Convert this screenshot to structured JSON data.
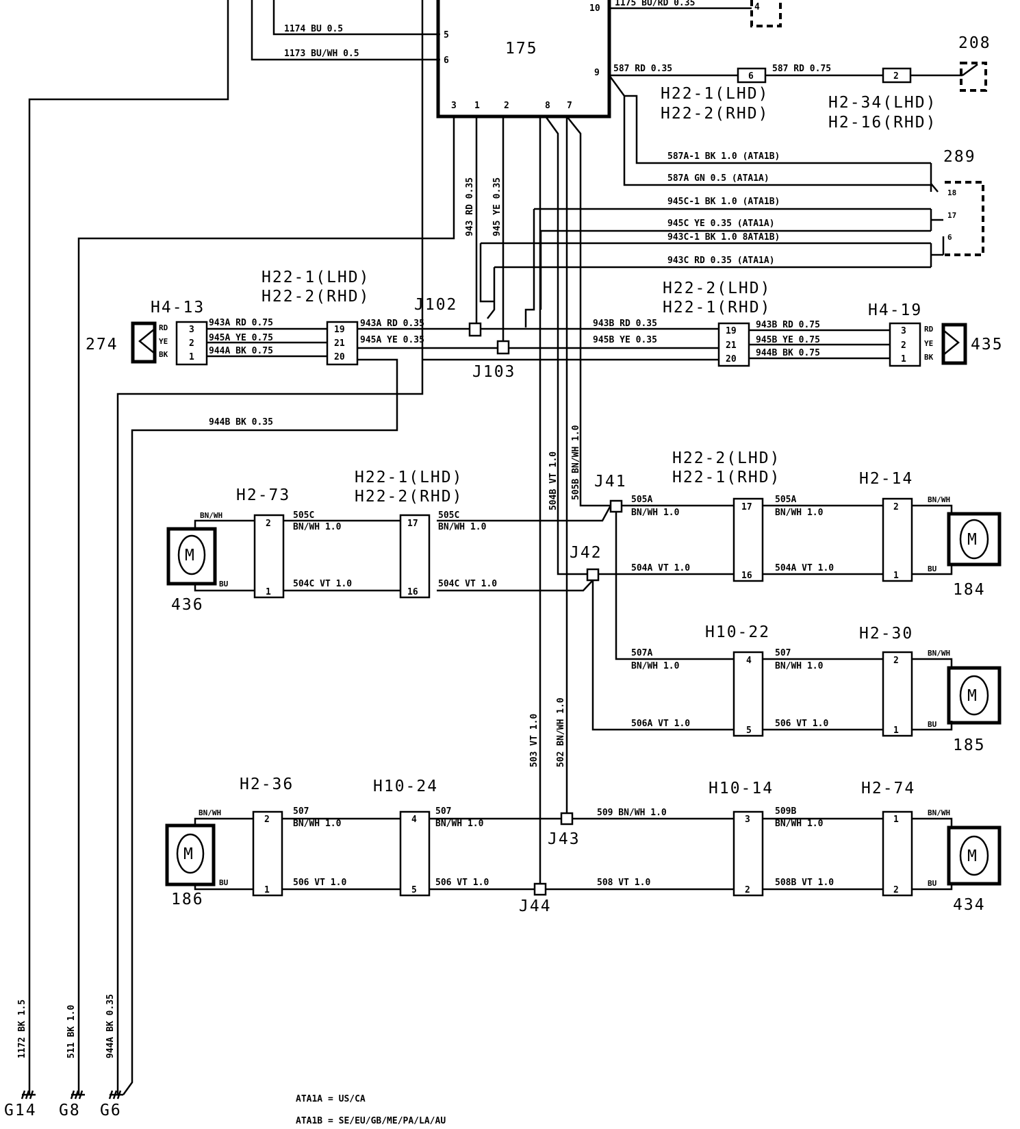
{
  "components": {
    "ecu": "175",
    "c208": "208",
    "c289": "289",
    "c274": "274",
    "c435": "435",
    "m436": "436",
    "m184": "184",
    "m185": "185",
    "m186": "186",
    "m434": "434",
    "motor_symbol": "M"
  },
  "connectors": {
    "h22_1_lhd": "H22-1(LHD)",
    "h22_2_rhd": "H22-2(RHD)",
    "h22_2_lhd": "H22-2(LHD)",
    "h22_1_rhd": "H22-1(RHD)",
    "h2_34_lhd": "H2-34(LHD)",
    "h2_16_rhd": "H2-16(RHD)",
    "h4_13": "H4-13",
    "h4_19": "H4-19",
    "h2_73": "H2-73",
    "h2_14": "H2-14",
    "h10_22": "H10-22",
    "h2_30": "H2-30",
    "h2_36": "H2-36",
    "h10_24": "H10-24",
    "h10_14": "H10-14",
    "h2_74": "H2-74"
  },
  "junctions": {
    "j102": "J102",
    "j103": "J103",
    "j41": "J41",
    "j42": "J42",
    "j43": "J43",
    "j44": "J44"
  },
  "grounds": {
    "g14": "G14",
    "g8": "G8",
    "g6": "G6"
  },
  "pins": {
    "p10": "10",
    "p5": "5",
    "p6": "6",
    "p9": "9",
    "p4": "4",
    "p3": "3",
    "p1": "1",
    "p2": "2",
    "p8": "8",
    "p7": "7",
    "p18": "18",
    "p17": "17",
    "p19": "19",
    "p21": "21",
    "p20": "20",
    "p16": "16"
  },
  "pin_colors": {
    "rd": "RD",
    "ye": "YE",
    "bk": "BK",
    "bnwh": "BN/WH",
    "bu": "BU"
  },
  "wires": {
    "w1174": "1174 BU 0.5",
    "w1173": "1173 BU/WH 0.5",
    "w1175": "1175 BU/RD 0.35",
    "w587a": "587 RD 0.35",
    "w587b": "587 RD 0.75",
    "w587a1": "587A-1 BK 1.0   (ATA1B)",
    "w587ag": "587A GN 0.5    (ATA1A)",
    "w945c1": "945C-1 BK 1.0   (ATA1B)",
    "w945c": "945C YE 0.35   (ATA1A)",
    "w943c1": "943C-1 BK 1.0   8ATA1B)",
    "w943c": "943C RD 0.35   (ATA1A)",
    "w943v": "943 RD 0.35",
    "w945v": "945 YE 0.35",
    "w943a75": "943A RD 0.75",
    "w945a75": "945A YE 0.75",
    "w944a75": "944A BK 0.75",
    "w943a35": "943A RD 0.35",
    "w945a35": "945A YE 0.35",
    "w943b35": "943B RD 0.35",
    "w945b35": "945B YE 0.35",
    "w943b75": "943B RD 0.75",
    "w945b75": "945B YE 0.75",
    "w944b75": "944B BK 0.75",
    "w944b35": "944B BK 0.35",
    "w504b": "504B VT 1.0",
    "w505b": "505B BN/WH 1.0",
    "w505a": "505A",
    "w505c": "505C",
    "bnwh10": "BN/WH 1.0",
    "w504a": "504A VT 1.0",
    "w504c": "504C VT 1.0",
    "w507a": "507A",
    "w507": "507",
    "w506a": "506A VT 1.0",
    "w506": "506 VT 1.0",
    "w503": "503 VT 1.0",
    "w502": "502 BN/WH 1.0",
    "w509": "509 BN/WH 1.0",
    "w509b": "509B",
    "w508": "508 VT 1.0",
    "w508b": "508B VT 1.0",
    "w1172": "1172 BK 1.5",
    "w511": "511 BK 1.0",
    "w944a35": "944A BK 0.35"
  },
  "legend": {
    "ata1a": "ATA1A = US/CA",
    "ata1b": "ATA1B = SE/EU/GB/ME/PA/LA/AU"
  }
}
